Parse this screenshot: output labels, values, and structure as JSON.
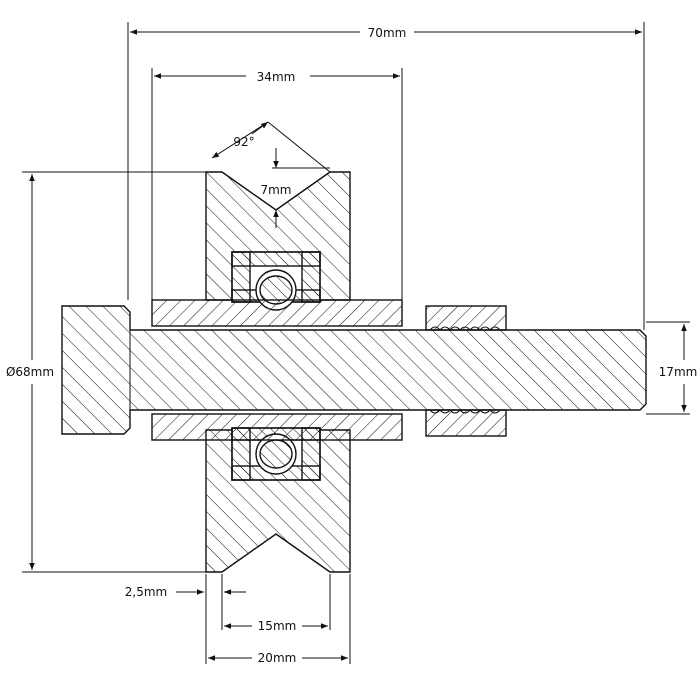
{
  "drawing": {
    "subject": "V-groove pulley wheel with bearing on bolt",
    "background_color": "#ffffff",
    "line_color": "#111111",
    "dimensions": {
      "total_length": "70mm",
      "hub_width": "34mm",
      "groove_angle": "92°",
      "groove_depth": "7mm",
      "outer_diameter": "Ø68mm",
      "shaft_diameter": "17mm",
      "offset": "2,5mm",
      "groove_width": "15mm",
      "wheel_width": "20mm"
    }
  }
}
